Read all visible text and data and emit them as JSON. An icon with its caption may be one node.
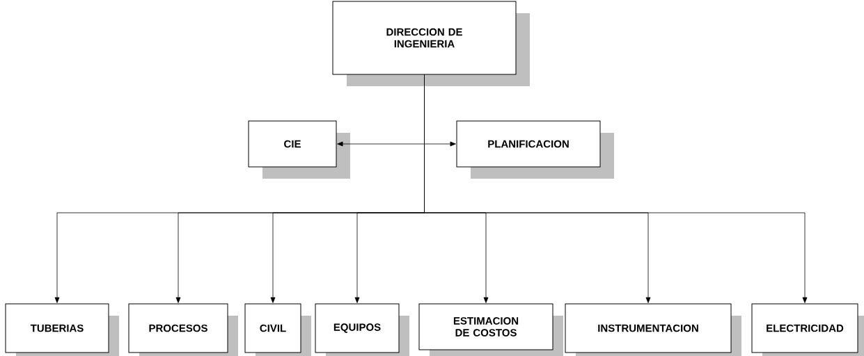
{
  "diagram": {
    "nodes": [
      {
        "text": [
          "DIRECCION DE INGENIERIA"
        ]
      },
      {
        "text": [
          "CIE"
        ]
      },
      {
        "text": [
          "PLANIFICACION"
        ]
      },
      {
        "text": [
          "TUBERIAS"
        ]
      },
      {
        "text": [
          "PROCESOS"
        ]
      },
      {
        "text": [
          "CIVIL"
        ]
      },
      {
        "text": [
          "EQUIPOS"
        ]
      },
      {
        "text": [
          "ESTIMACION DE COSTOS"
        ]
      },
      {
        "text": [
          "INSTRUMENTACION"
        ]
      },
      {
        "text": [
          "ELECTRICIDAD"
        ]
      }
    ],
    "edges": [
      {
        "from": 1,
        "to": 2,
        "arrow": "both"
      },
      {
        "from": 0,
        "to": 3,
        "arrow": "to"
      },
      {
        "from": 0,
        "to": 4,
        "arrow": "to"
      },
      {
        "from": 0,
        "to": 5,
        "arrow": "to"
      },
      {
        "from": 0,
        "to": 6,
        "arrow": "to"
      },
      {
        "from": 0,
        "to": 7,
        "arrow": "to"
      },
      {
        "from": 0,
        "to": 8,
        "arrow": "to"
      },
      {
        "from": 0,
        "to": 9,
        "arrow": "to"
      }
    ]
  }
}
